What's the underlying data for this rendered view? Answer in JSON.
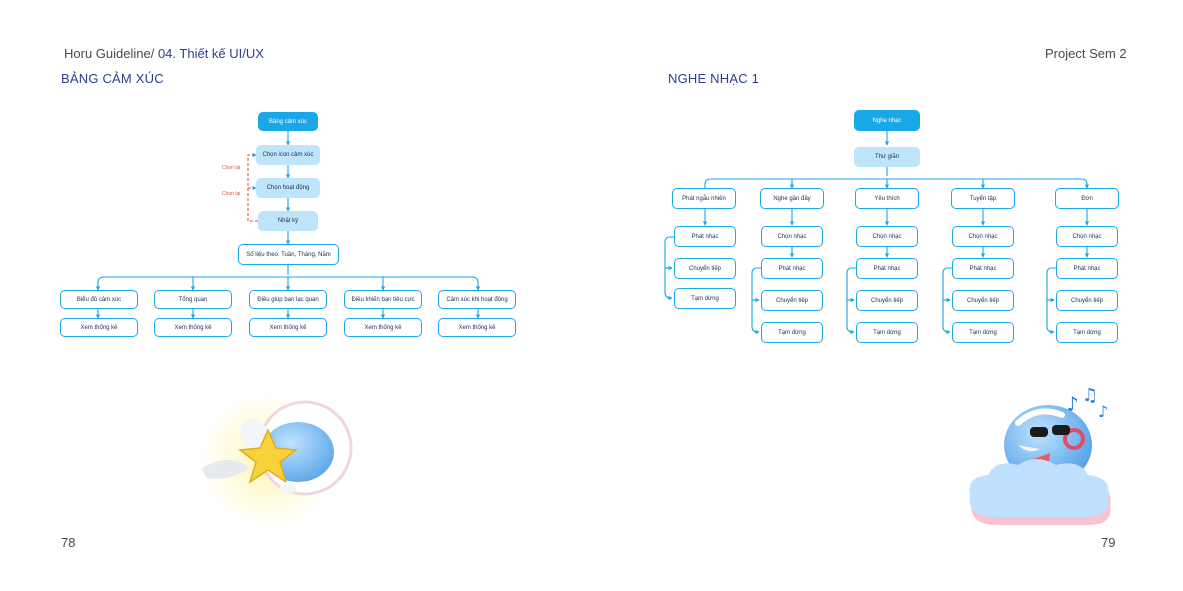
{
  "header": {
    "left_prefix": "Horu Guideline/ ",
    "left_accent": "04. Thiết kế UI/UX",
    "right": "Project Sem 2"
  },
  "left_page": {
    "section_title": "BẢNG CẢM XÚC",
    "page_number": "78",
    "flow": {
      "root": "Bảng cảm xúc",
      "step1": "Chọn icon cảm xúc",
      "step2": "Chọn hoạt động",
      "step3": "Nhật ký",
      "step4": "Số liệu theo: Tuần, Tháng, Năm",
      "redo_1": "Chọn lại",
      "redo_2": "Chọn lại",
      "branches": [
        {
          "label": "Biểu đồ cảm xúc",
          "child": "Xem thống kê"
        },
        {
          "label": "Tổng quan",
          "child": "Xem thống kê"
        },
        {
          "label": "Điều giúp bạn lạc quan",
          "child": "Xem thống kê"
        },
        {
          "label": "Điều khiến bạn tiêu cực",
          "child": "Xem thống kê"
        },
        {
          "label": "Cảm xúc khi hoạt động",
          "child": "Xem thống kê"
        }
      ]
    }
  },
  "right_page": {
    "section_title": "NGHE NHẠC 1",
    "page_number": "79",
    "flow": {
      "root": "Nghe nhạc",
      "level1": "Thư giãn",
      "columns": [
        {
          "label": "Phát ngẫu nhiên",
          "items": [
            "Phát nhạc",
            "Chuyển tiếp",
            "Tạm dừng"
          ]
        },
        {
          "label": "Nghe gần đây",
          "items": [
            "Chọn nhạc",
            "Phát nhạc",
            "Chuyển tiếp",
            "Tạm dừng"
          ]
        },
        {
          "label": "Yêu thích",
          "items": [
            "Chọn nhạc",
            "Phát nhạc",
            "Chuyển tiếp",
            "Tạm dừng"
          ]
        },
        {
          "label": "Tuyển tập",
          "items": [
            "Chọn nhạc",
            "Phát nhạc",
            "Chuyển tiếp",
            "Tạm dừng"
          ]
        },
        {
          "label": "Đơn",
          "items": [
            "Chọn nhạc",
            "Phát nhạc",
            "Chuyển tiếp",
            "Tạm dừng"
          ]
        }
      ]
    }
  },
  "colors": {
    "accent": "#1aa7e8",
    "light_fill": "#bfe5fb",
    "heading": "#2c3f8f",
    "note": "#e0553a"
  }
}
